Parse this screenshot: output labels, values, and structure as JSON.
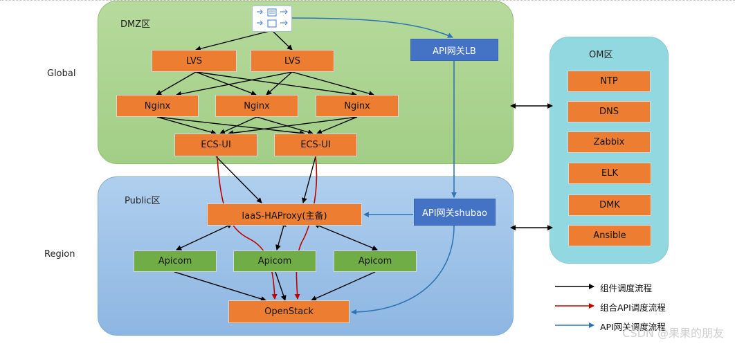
{
  "zones": {
    "dmz": "DMZ区",
    "public": "Public区",
    "om": "OM区"
  },
  "side_labels": {
    "global": "Global",
    "region": "Region"
  },
  "nodes": {
    "lvs1": "LVS",
    "lvs2": "LVS",
    "nginx1": "Nginx",
    "nginx2": "Nginx",
    "nginx3": "Nginx",
    "ecsui1": "ECS-UI",
    "ecsui2": "ECS-UI",
    "apigw_lb": "API网关LB",
    "apigw_shubao": "API网关shubao",
    "haproxy": "IaaS-HAProxy(主备)",
    "apicom1": "Apicom",
    "apicom2": "Apicom",
    "apicom3": "Apicom",
    "openstack": "OpenStack",
    "ntp": "NTP",
    "dns": "DNS",
    "zabbix": "Zabbix",
    "elk": "ELK",
    "dmk": "DMK",
    "ansible": "Ansible"
  },
  "legend": {
    "component": "组件调度流程",
    "combined_api": "组合API调度流程",
    "api_gateway": "API网关调度流程"
  },
  "colors": {
    "component_flow": "#000000",
    "combined_api_flow": "#C00000",
    "api_gateway_flow": "#2E75B6",
    "dmz_zone": "#A9D18E",
    "public_zone": "#9DC3E6",
    "om_zone": "#92D8E0"
  },
  "watermark": "CSDN @果果的朋友"
}
